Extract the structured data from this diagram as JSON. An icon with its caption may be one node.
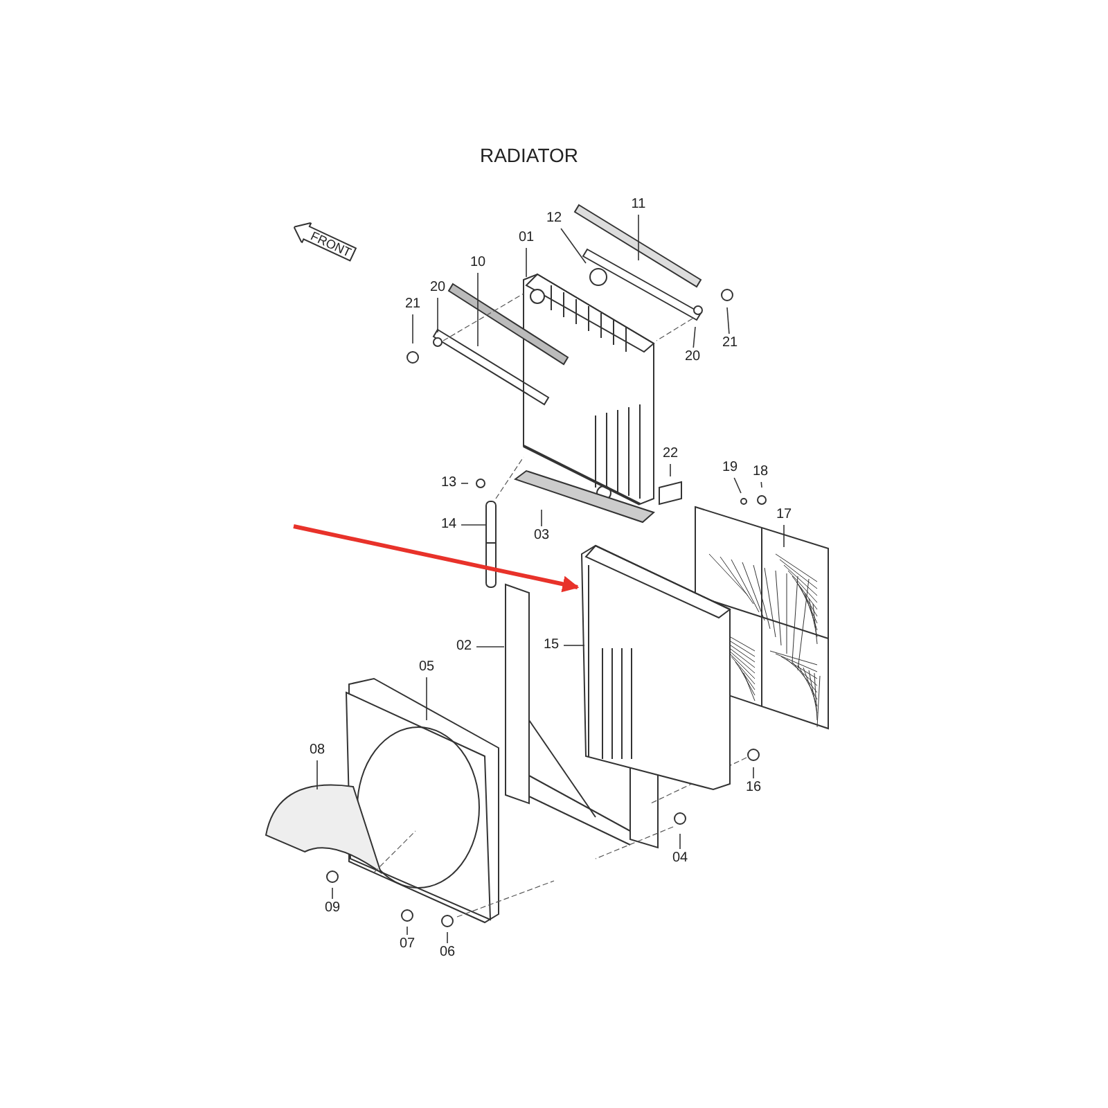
{
  "diagram": {
    "title": "RADIATOR",
    "nodes": [
      {
        "text": [
          "FRONT"
        ]
      },
      {
        "text": [
          "11"
        ]
      },
      {
        "text": [
          "12"
        ]
      },
      {
        "text": [
          "01"
        ]
      },
      {
        "text": [
          "10"
        ]
      },
      {
        "text": [
          "20"
        ]
      },
      {
        "text": [
          "21"
        ]
      },
      {
        "text": [
          "21"
        ]
      },
      {
        "text": [
          "20"
        ]
      },
      {
        "text": [
          "22"
        ]
      },
      {
        "text": [
          "13"
        ]
      },
      {
        "text": [
          "19"
        ]
      },
      {
        "text": [
          "18"
        ]
      },
      {
        "text": [
          "17"
        ]
      },
      {
        "text": [
          "14"
        ]
      },
      {
        "text": [
          "03"
        ]
      },
      {
        "text": [
          "02"
        ]
      },
      {
        "text": [
          "15"
        ]
      },
      {
        "text": [
          "05"
        ]
      },
      {
        "text": [
          "08"
        ]
      },
      {
        "text": [
          "16"
        ]
      },
      {
        "text": [
          "04"
        ]
      },
      {
        "text": [
          "09"
        ]
      },
      {
        "text": [
          "07"
        ]
      },
      {
        "text": [
          "06"
        ]
      },
      {
        "text": [],
        "shape": "picture"
      }
    ],
    "edges": [
      {
        "from": 1,
        "to": null,
        "arrow": "none"
      },
      {
        "from": 2,
        "to": null,
        "arrow": "none"
      },
      {
        "from": 3,
        "to": null,
        "arrow": "none"
      },
      {
        "from": 4,
        "to": null,
        "arrow": "none"
      },
      {
        "from": 5,
        "to": null,
        "arrow": "none"
      },
      {
        "from": 6,
        "to": null,
        "arrow": "none"
      },
      {
        "from": 7,
        "to": null,
        "arrow": "none"
      },
      {
        "from": 8,
        "to": null,
        "arrow": "none"
      },
      {
        "from": 9,
        "to": null,
        "arrow": "none"
      },
      {
        "from": 10,
        "to": null,
        "arrow": "none"
      },
      {
        "from": 11,
        "to": null,
        "arrow": "none"
      },
      {
        "from": 12,
        "to": null,
        "arrow": "none"
      },
      {
        "from": 13,
        "to": null,
        "arrow": "none"
      },
      {
        "from": 14,
        "to": null,
        "arrow": "none"
      },
      {
        "from": 15,
        "to": null,
        "arrow": "none"
      },
      {
        "from": 16,
        "to": null,
        "arrow": "none"
      },
      {
        "from": 17,
        "to": 25,
        "arrow": "none"
      },
      {
        "from": 18,
        "to": null,
        "arrow": "none"
      },
      {
        "from": 19,
        "to": null,
        "arrow": "none"
      },
      {
        "from": 20,
        "to": null,
        "arrow": "none"
      },
      {
        "from": 21,
        "to": null,
        "arrow": "none"
      },
      {
        "from": 22,
        "to": null,
        "arrow": "none"
      },
      {
        "from": 23,
        "to": null,
        "arrow": "none"
      },
      {
        "from": 24,
        "to": null,
        "arrow": "none"
      },
      {
        "from": null,
        "to": 25,
        "arrow": "to",
        "style": "thick",
        "color": "#e8322a"
      }
    ]
  }
}
